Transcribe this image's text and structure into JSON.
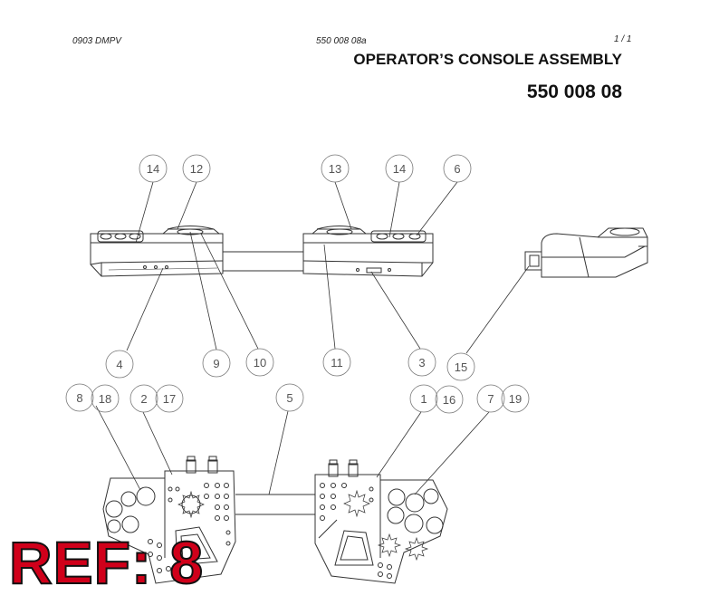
{
  "header": {
    "code": "0903 DMPV",
    "doc_number": "550 008 08a",
    "page": "1 /  1",
    "title": "OPERATOR’S CONSOLE ASSEMBLY",
    "part_number": "550 008 08"
  },
  "callouts": [
    "14",
    "12",
    "13",
    "14",
    "6",
    "4",
    "9",
    "10",
    "11",
    "3",
    "15",
    "8",
    "18",
    "2",
    "17",
    "5",
    "1",
    "16",
    "7",
    "19"
  ],
  "ref_stamp": "REF: 8"
}
